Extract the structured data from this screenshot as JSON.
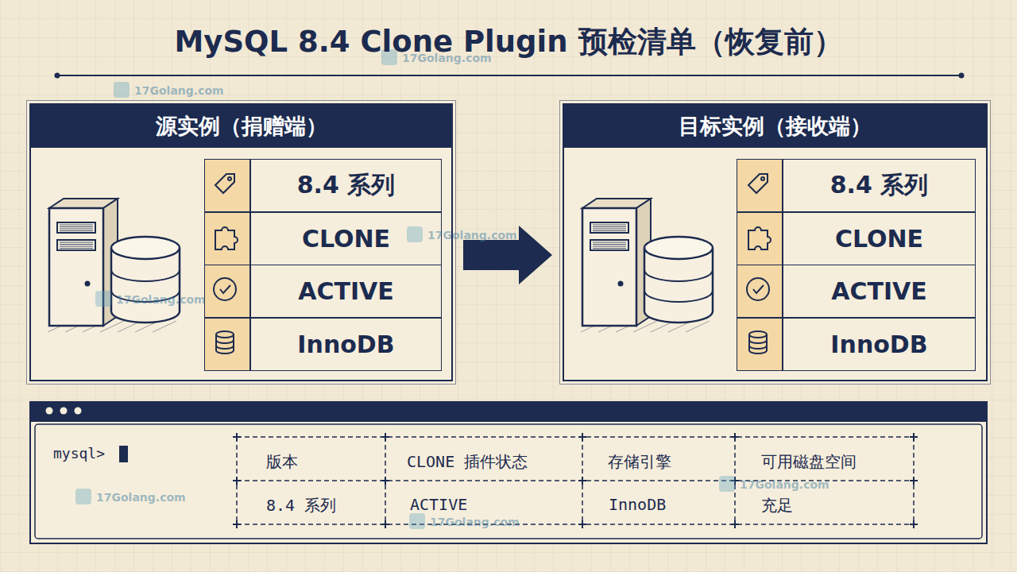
{
  "diagram": {
    "title": "MySQL 8.4 Clone Plugin 预检清单（恢复前）",
    "nodes": [
      {
        "text": [
          "源实例（捐赠端）"
        ]
      },
      {
        "text": [
          "8.4 系列"
        ],
        "in": 0
      },
      {
        "text": [
          "CLONE"
        ],
        "in": 0
      },
      {
        "text": [
          "ACTIVE"
        ],
        "in": 0
      },
      {
        "text": [
          "InnoDB"
        ],
        "in": 0
      },
      {
        "text": [
          "目标实例（接收端）"
        ]
      },
      {
        "text": [
          "8.4 系列"
        ],
        "in": 5
      },
      {
        "text": [
          "CLONE"
        ],
        "in": 5
      },
      {
        "text": [
          "ACTIVE"
        ],
        "in": 5
      },
      {
        "text": [
          "InnoDB"
        ],
        "in": 5
      },
      {
        "text": [
          "mysql>"
        ]
      }
    ],
    "edges": [
      {
        "from": 0,
        "to": 5,
        "arrow": "to"
      }
    ],
    "labels": [
      "版本",
      "CLONE 插件状态",
      "存储引擎",
      "可用磁盘空间",
      "8.4 系列",
      "ACTIVE",
      "InnoDB",
      "充足",
      "17Golang.com",
      "17Golang.com",
      "17Golang.com",
      "17Golang.com",
      "17Golang.com",
      "17Golang.com",
      "17Golang.com"
    ]
  }
}
